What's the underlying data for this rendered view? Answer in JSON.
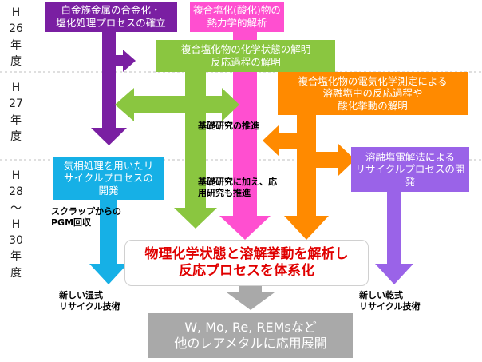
{
  "colors": {
    "purple": "#7a1fa2",
    "magenta": "#ff4fd0",
    "green": "#8ac640",
    "orange": "#ff8a00",
    "blue": "#16b0e6",
    "violet": "#9a63e8",
    "gray": "#a9a9a9",
    "red": "#e00000"
  },
  "periods": [
    {
      "lines": [
        "H",
        "26",
        "年",
        "度"
      ]
    },
    {
      "lines": [
        "H",
        "27",
        "年",
        "度"
      ]
    },
    {
      "lines": [
        "H",
        "28",
        "～",
        "H",
        "30",
        "年",
        "度"
      ]
    }
  ],
  "boxes": {
    "pgm_alloy": {
      "line1": "白金族金属の合金化・",
      "line2": "塩化処理プロセスの確立"
    },
    "thermo": {
      "line1": "複合塩化(酸化)物の",
      "line2": "熱力学的解析"
    },
    "chem_state": {
      "line1": "複合塩化物の化学状態の解明",
      "line2": "反応過程の解明"
    },
    "electrochem": {
      "line1": "複合塩化物の電気化学測定による",
      "line2": "溶融塩中の反応過程や",
      "line3": "酸化挙動の解明"
    },
    "gas_phase": {
      "line1": "気相処理を用いたリ",
      "line2": "サイクルプロセスの",
      "line3": "開発"
    },
    "molten_salt": {
      "line1": "溶融塩電解法による",
      "line2": "リサイクルプロセスの開",
      "line3": "発"
    },
    "central": {
      "line1": "物理化学状態と溶解挙動を解析し",
      "line2": "反応プロセスを体系化"
    },
    "apply": {
      "line1": "W, Mo, Re, REMsなど",
      "line2": "他のレアメタルに応用展開"
    }
  },
  "labels": {
    "basic_research": "基礎研究の推進",
    "applied_line1": "基礎研究に加え、応",
    "applied_line2": "用研究も推進",
    "scrap_line1": "スクラップからの",
    "scrap_line2": "PGM回収",
    "wet_line1": "新しい湿式",
    "wet_line2": "リサイクル技術",
    "dry_line1": "新しい乾式",
    "dry_line2": "リサイクル技術"
  }
}
